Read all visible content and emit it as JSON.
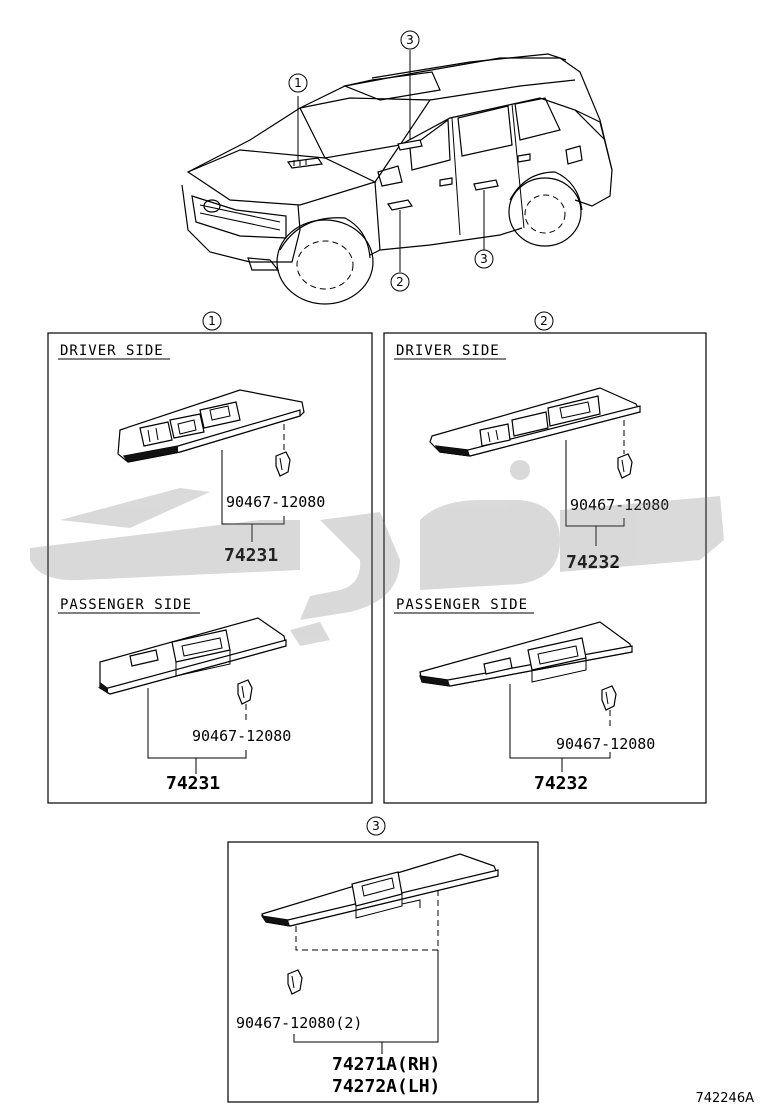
{
  "callouts": {
    "c1": "1",
    "c2": "2",
    "c3": "3"
  },
  "panel1": {
    "driver_side_label": "DRIVER SIDE",
    "driver_clip_part": "90467-12080",
    "driver_part": "74231",
    "passenger_side_label": "PASSENGER SIDE",
    "passenger_clip_part": "90467-12080",
    "passenger_part": "74231"
  },
  "panel2": {
    "driver_side_label": "DRIVER SIDE",
    "driver_clip_part": "90467-12080",
    "driver_part": "74232",
    "passenger_side_label": "PASSENGER SIDE",
    "passenger_clip_part": "90467-12080",
    "passenger_part": "74232"
  },
  "panel3": {
    "clip_part": "90467-12080(2)",
    "part_rh": "74271A(RH)",
    "part_lh": "74272A(LH)"
  },
  "figure_id": "742246A"
}
